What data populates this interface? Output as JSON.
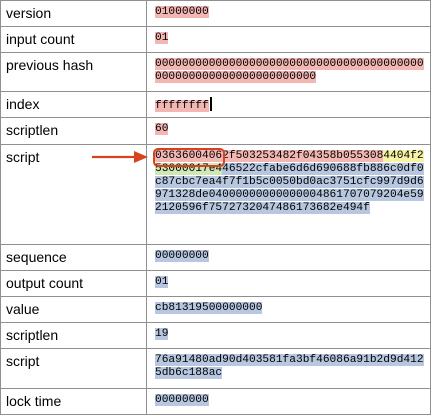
{
  "rows": [
    {
      "label": "version",
      "value": "01000000"
    },
    {
      "label": "input count",
      "value": "01"
    },
    {
      "label": "previous hash",
      "value": "0000000000000000000000000000000000000000000000000000000000000000"
    },
    {
      "label": "index",
      "value": "ffffffff"
    },
    {
      "label": "scriptlen",
      "value": "60"
    },
    {
      "label": "script",
      "value_part1": "03636004",
      "value_part2": "062f503253482f04358b0553",
      "value_part3": "08",
      "value_part4": "4404f2",
      "value_part5": "53000017e4",
      "value_part6": "46522cfabe6d6d690688fb886c0df0c87cbc7ea4f7f1b5c0050bd0ac3751cfc997d9d6971328de04000000000000004861707079204e592120596f7572732047486173682e494f"
    },
    {
      "label": "sequence",
      "value": "00000000"
    },
    {
      "label": "output count",
      "value": "01"
    },
    {
      "label": "value",
      "value": "cb81319500000000"
    },
    {
      "label": "scriptlen",
      "value": "19"
    },
    {
      "label": "script",
      "value": "76a91480ad90d403581fa3bf46086a91b2d9d4125db6c188ac"
    },
    {
      "label": "lock time",
      "value": "00000000"
    }
  ],
  "colors": {
    "input": "#f2b6b3",
    "output": "#b7c7e0",
    "highlight_box": "#d8431e",
    "arrow": "#d8431e"
  }
}
